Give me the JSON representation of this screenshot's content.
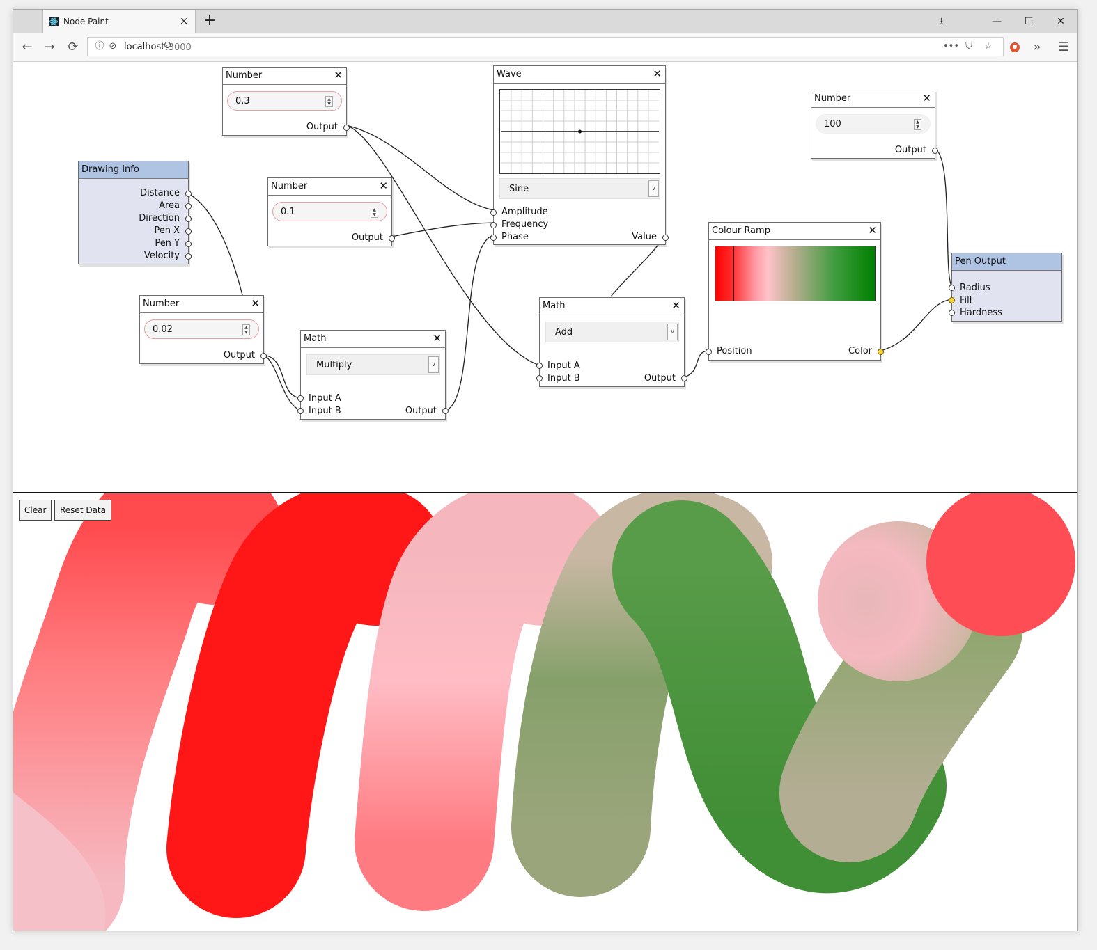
{
  "browser": {
    "tab_title": "Node Paint",
    "tab_close": "×",
    "new_tab": "+",
    "url_host": "localhost",
    "url_port": ":3000",
    "window_buttons": {
      "minimize": "—",
      "maximize": "☐",
      "close": "✕"
    }
  },
  "nodes": {
    "number1": {
      "title": "Number",
      "value": "0.3",
      "output": "Output"
    },
    "number2": {
      "title": "Number",
      "value": "0.1",
      "output": "Output"
    },
    "number3": {
      "title": "Number",
      "value": "0.02",
      "output": "Output"
    },
    "number4": {
      "title": "Number",
      "value": "100",
      "output": "Output"
    },
    "drawing_info": {
      "title": "Drawing Info",
      "outputs": [
        "Distance",
        "Area",
        "Direction",
        "Pen X",
        "Pen Y",
        "Velocity"
      ]
    },
    "wave": {
      "title": "Wave",
      "waveform": "Sine",
      "inputs": [
        "Amplitude",
        "Frequency",
        "Phase"
      ],
      "output": "Value"
    },
    "math1": {
      "title": "Math",
      "operation": "Multiply",
      "inputs": [
        "Input A",
        "Input B"
      ],
      "output": "Output"
    },
    "math2": {
      "title": "Math",
      "operation": "Add",
      "inputs": [
        "Input A",
        "Input B"
      ],
      "output": "Output"
    },
    "colour_ramp": {
      "title": "Colour Ramp",
      "input": "Position",
      "output": "Color",
      "stops": [
        "#ff0000",
        "#ffc0cb",
        "#008000"
      ]
    },
    "pen_output": {
      "title": "Pen Output",
      "inputs": [
        "Radius",
        "Fill",
        "Hardness"
      ]
    }
  },
  "canvas": {
    "clear_label": "Clear",
    "reset_label": "Reset Data"
  },
  "colors": {
    "node_header_blue": "#afc3e2",
    "node_body_blue": "#e1e3f0",
    "port_highlight": "#f7d23a"
  }
}
